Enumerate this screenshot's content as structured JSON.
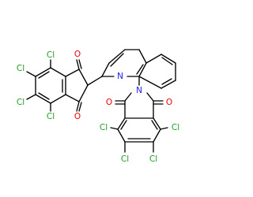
{
  "colors": {
    "bond": "#000000",
    "chlorine": "#1f9e1f",
    "oxygen": "#ee0000",
    "nitrogen": "#1c1cee",
    "background": "#ffffff"
  },
  "atoms": {
    "cl_a": "Cl",
    "cl_b": "Cl",
    "cl_c": "Cl",
    "cl_d": "Cl",
    "cl_e": "Cl",
    "cl_f": "Cl",
    "cl_g": "Cl",
    "cl_h": "Cl",
    "o_a": "O",
    "o_b": "O",
    "o_c": "O",
    "o_d": "O",
    "n_quinoline": "N",
    "n_imide": "N"
  }
}
